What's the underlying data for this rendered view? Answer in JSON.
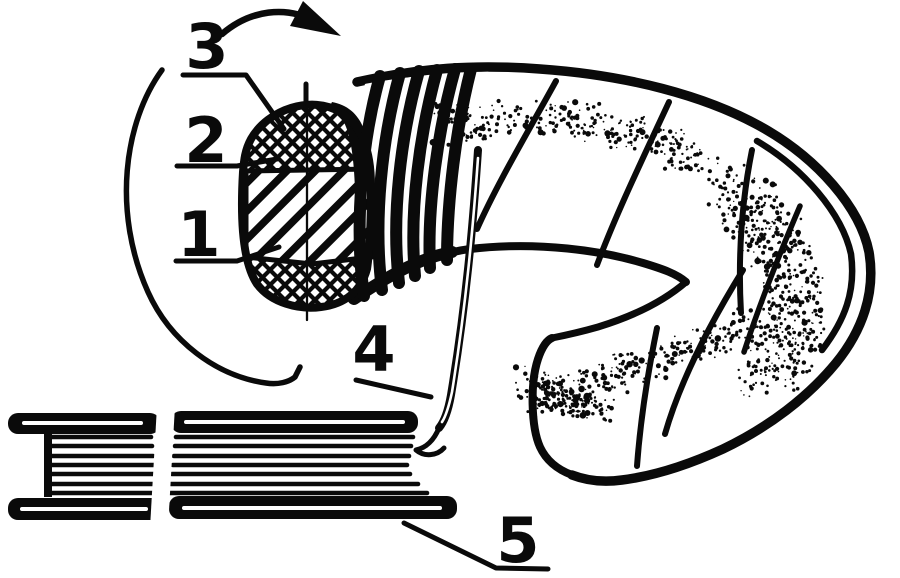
{
  "figure": {
    "callouts": [
      {
        "label": "1"
      },
      {
        "label": "2"
      },
      {
        "label": "3"
      },
      {
        "label": "4"
      },
      {
        "label": "5"
      }
    ],
    "icons": {
      "winding_direction": "curved-arrow-right"
    },
    "colors": {
      "ink": "#0a0a0a",
      "paper": "#ffffff"
    }
  }
}
